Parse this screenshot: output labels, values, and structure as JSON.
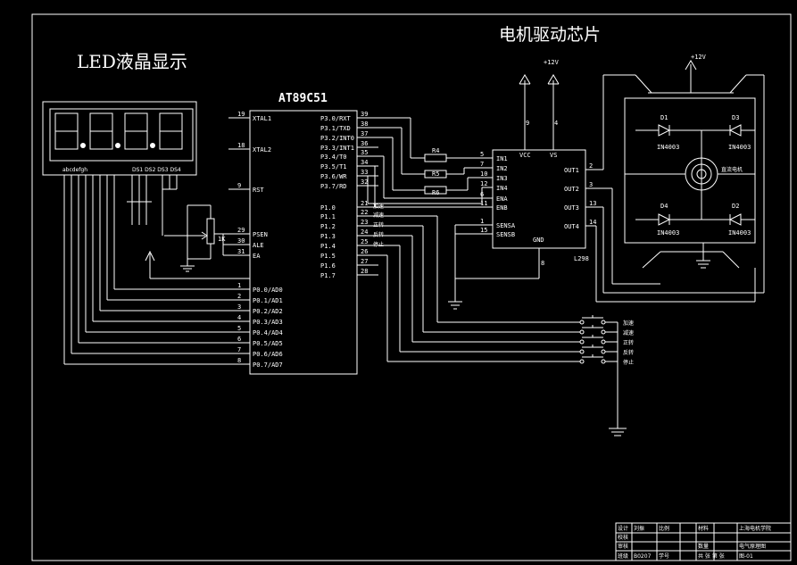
{
  "titles": {
    "led_display": "LED液晶显示",
    "motor_driver": "电机驱动芯片"
  },
  "mcu": {
    "name": "AT89C51",
    "left_pins": [
      {
        "num": "19",
        "label": "XTAL1"
      },
      {
        "num": "18",
        "label": "XTAL2"
      },
      {
        "num": "9",
        "label": "RST"
      },
      {
        "num": "29",
        "label": "PSEN"
      },
      {
        "num": "30",
        "label": "ALE"
      },
      {
        "num": "31",
        "label": "EA"
      },
      {
        "num": "1",
        "label": "P0.0/AD0"
      },
      {
        "num": "2",
        "label": "P0.1/AD1"
      },
      {
        "num": "3",
        "label": "P0.2/AD2"
      },
      {
        "num": "4",
        "label": "P0.3/AD3"
      },
      {
        "num": "5",
        "label": "P0.4/AD4"
      },
      {
        "num": "6",
        "label": "P0.5/AD5"
      },
      {
        "num": "7",
        "label": "P0.6/AD6"
      },
      {
        "num": "8",
        "label": "P0.7/AD7"
      }
    ],
    "right_pins": [
      {
        "num": "39",
        "label": "P3.0/RXT"
      },
      {
        "num": "38",
        "label": "P3.1/TXD"
      },
      {
        "num": "37",
        "label": "P3.2/INT0"
      },
      {
        "num": "36",
        "label": "P3.3/INT1"
      },
      {
        "num": "35",
        "label": "P3.4/T0"
      },
      {
        "num": "34",
        "label": "P3.5/T1"
      },
      {
        "num": "33",
        "label": "P3.6/WR"
      },
      {
        "num": "32",
        "label": "P3.7/RD"
      },
      {
        "num": "21",
        "label": "P1.0"
      },
      {
        "num": "22",
        "label": "P1.1"
      },
      {
        "num": "23",
        "label": "P1.2"
      },
      {
        "num": "24",
        "label": "P1.3"
      },
      {
        "num": "25",
        "label": "P1.4"
      },
      {
        "num": "26",
        "label": "P1.5"
      },
      {
        "num": "27",
        "label": "P1.6"
      },
      {
        "num": "28",
        "label": "P1.7"
      }
    ],
    "button_net_labels": [
      "加速",
      "减速",
      "正转",
      "反转",
      "停止"
    ]
  },
  "pot": {
    "label": "1K"
  },
  "l298": {
    "name": "L298",
    "vcc": "VCC",
    "vs": "VS",
    "gnd": "GND",
    "supply": "+12V",
    "pin_vcc": "9",
    "pin_vs": "4",
    "pin_gnd": "8",
    "inputs": [
      {
        "num": "5",
        "label": "IN1"
      },
      {
        "num": "7",
        "label": "IN2"
      },
      {
        "num": "10",
        "label": "IN3"
      },
      {
        "num": "12",
        "label": "IN4"
      },
      {
        "num": "6",
        "label": "ENA"
      },
      {
        "num": "11",
        "label": "ENB"
      },
      {
        "num": "1",
        "label": "SENSA"
      },
      {
        "num": "15",
        "label": "SENSB"
      }
    ],
    "outputs": [
      {
        "num": "2",
        "label": "OUT1"
      },
      {
        "num": "3",
        "label": "OUT2"
      },
      {
        "num": "13",
        "label": "OUT3"
      },
      {
        "num": "14",
        "label": "OUT4"
      }
    ]
  },
  "resistors": [
    "R4",
    "R5",
    "R6"
  ],
  "bridge": {
    "supply": "+12V",
    "diodes": [
      {
        "ref": "D1",
        "part": "IN4003"
      },
      {
        "ref": "D3",
        "part": "IN4003"
      },
      {
        "ref": "D4",
        "part": "IN4003"
      },
      {
        "ref": "D2",
        "part": "IN4003"
      }
    ],
    "motor_label": "直流电机"
  },
  "buttons": [
    "加速",
    "减速",
    "正转",
    "反转",
    "停止"
  ],
  "title_block": {
    "rows": [
      [
        "设计",
        "刘振",
        "比例",
        "",
        "材料",
        "",
        "上海电机学院"
      ],
      [
        "校核",
        "",
        "",
        "",
        "",
        "",
        ""
      ],
      [
        "审核",
        "",
        "",
        "",
        "数量",
        "",
        "电气原理图"
      ],
      [
        "班级",
        "B0207",
        "学号",
        "",
        "共 张 第 张",
        "",
        "图-01"
      ]
    ]
  }
}
